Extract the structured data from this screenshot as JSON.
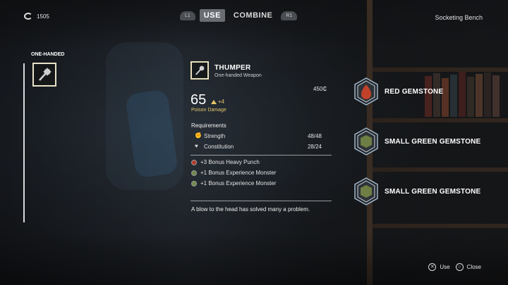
{
  "header": {
    "currency_value": "1505",
    "currency_icon": "coin-icon",
    "left_bumper": "L1",
    "right_bumper": "R1",
    "tabs": [
      {
        "label": "USE",
        "active": true
      },
      {
        "label": "COMBINE",
        "active": false
      }
    ],
    "bench_title": "Socketing Bench"
  },
  "category": {
    "label": "ONE-HANDED",
    "selected_item_icon": "mace-icon"
  },
  "weapon": {
    "name": "THUMPER",
    "type": "One-handed Weapon",
    "price": "450₵",
    "damage": "65",
    "damage_bonus": "+4",
    "damage_type": "Poison Damage",
    "requirements_title": "Requirements",
    "requirements": [
      {
        "name": "Strength",
        "value": "48/48",
        "icon": "strength-icon"
      },
      {
        "name": "Constitution",
        "value": "28/24",
        "icon": "constitution-icon"
      }
    ],
    "perks": [
      {
        "text": "+3 Bonus Heavy Punch",
        "color": "#b23a2a"
      },
      {
        "text": "+1 Bonus Experience Monster",
        "color": "#6f8a4a"
      },
      {
        "text": "+1 Bonus Experience Monster",
        "color": "#6f8a4a"
      }
    ],
    "flavor": "A blow to the head has solved many a problem."
  },
  "gems": [
    {
      "label": "RED GEMSTONE",
      "color": "#c2412a"
    },
    {
      "label": "SMALL GREEN GEMSTONE",
      "color": "#6d7f45"
    },
    {
      "label": "SMALL GREEN GEMSTONE",
      "color": "#6d7f45"
    }
  ],
  "prompts": {
    "use_label": "Use",
    "close_label": "Close"
  }
}
